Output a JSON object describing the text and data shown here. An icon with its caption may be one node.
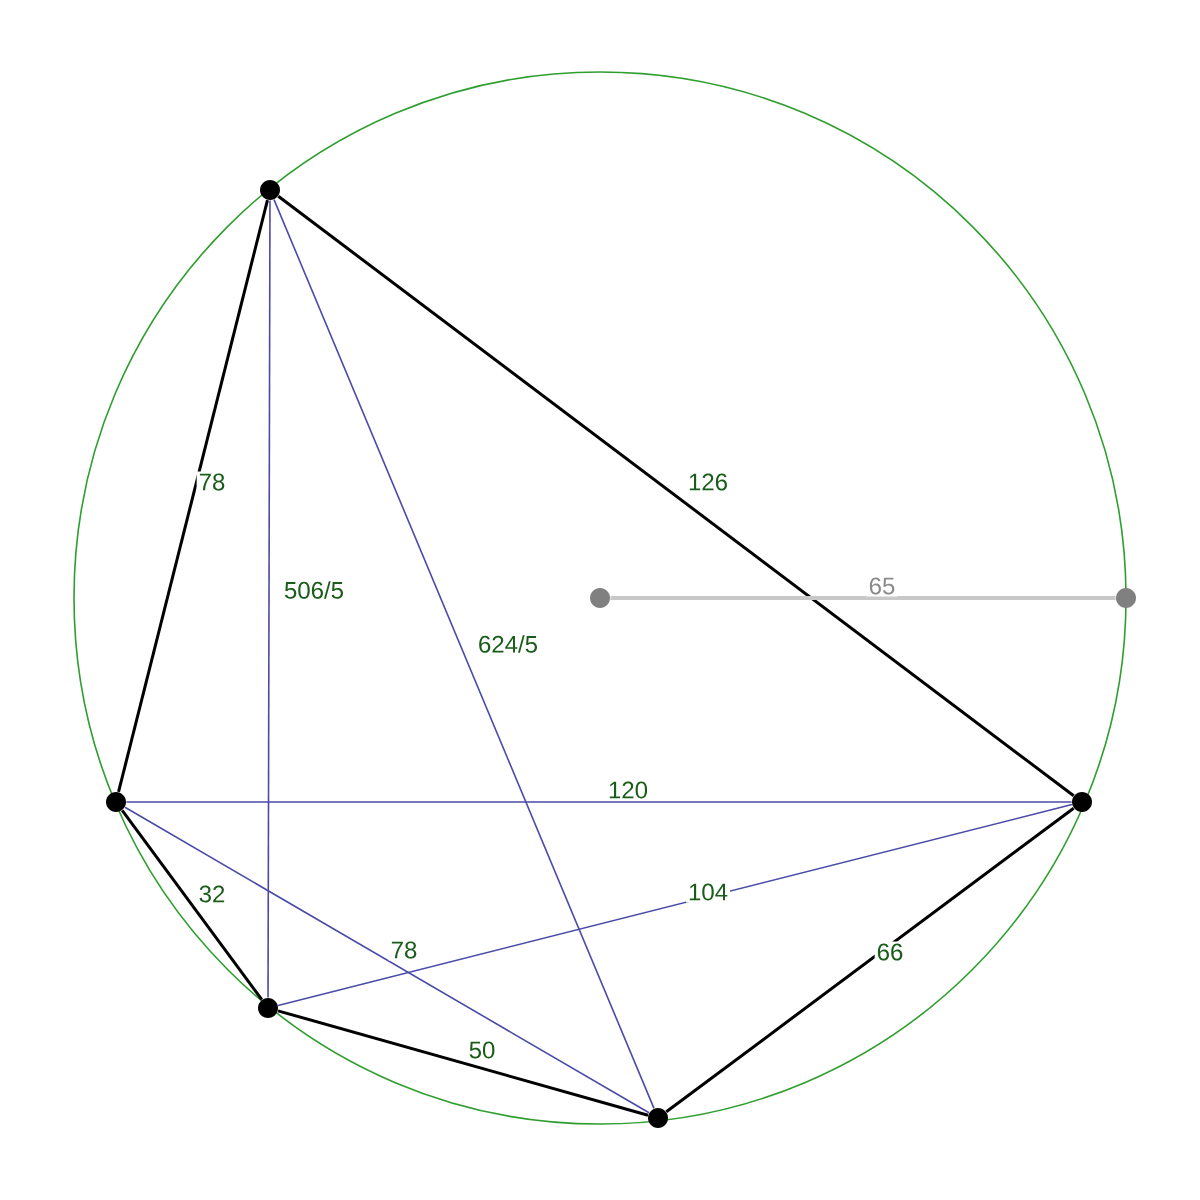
{
  "diagram": {
    "nodes": [
      {
        "text": [],
        "shape": "circle"
      },
      {
        "text": [],
        "shape": "circle"
      },
      {
        "text": [],
        "shape": "circle"
      },
      {
        "text": [],
        "shape": "circle"
      },
      {
        "text": [],
        "shape": "circle"
      },
      {
        "text": [],
        "shape": "circle"
      },
      {
        "text": [],
        "shape": "circle"
      }
    ],
    "edges": [
      {
        "from": 0,
        "to": 3,
        "arrow": "none",
        "label": "78"
      },
      {
        "from": 0,
        "to": 4,
        "arrow": "none",
        "label": "126"
      },
      {
        "from": 0,
        "to": 5,
        "arrow": "none",
        "label": "506/5",
        "color": "#4a4aa8"
      },
      {
        "from": 0,
        "to": 6,
        "arrow": "none",
        "label": "624/5",
        "color": "#4a4aa8"
      },
      {
        "from": 1,
        "to": 2,
        "arrow": "none",
        "label": "65",
        "color": "#c8c8c8"
      },
      {
        "from": 3,
        "to": 4,
        "arrow": "none",
        "label": "120",
        "color": "#4a4aa8"
      },
      {
        "from": 3,
        "to": 5,
        "arrow": "none",
        "label": "32"
      },
      {
        "from": 3,
        "to": 6,
        "arrow": "none",
        "label": "78",
        "color": "#4a4aa8"
      },
      {
        "from": 5,
        "to": 4,
        "arrow": "none",
        "label": "104",
        "color": "#4a4aa8"
      },
      {
        "from": 6,
        "to": 4,
        "arrow": "none",
        "label": "66"
      },
      {
        "from": 5,
        "to": 6,
        "arrow": "none",
        "label": "50"
      }
    ]
  }
}
